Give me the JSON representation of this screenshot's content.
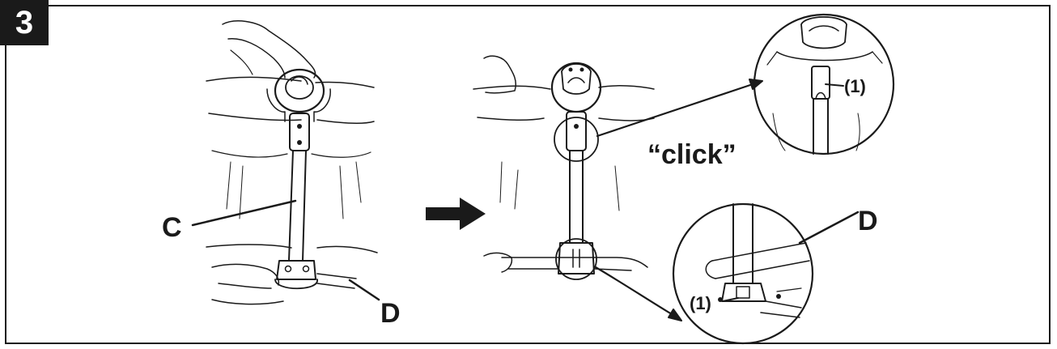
{
  "step": {
    "number": "3"
  },
  "labels": {
    "c": "C",
    "d_left": "D",
    "d_right": "D",
    "click": "“click”",
    "part_top": "(1)",
    "part_bottom": "(1)"
  },
  "colors": {
    "ink": "#1a1a1a",
    "paper": "#ffffff",
    "badge": "#1a1a1a"
  },
  "icons": {
    "arrow": "right-arrow-icon"
  }
}
